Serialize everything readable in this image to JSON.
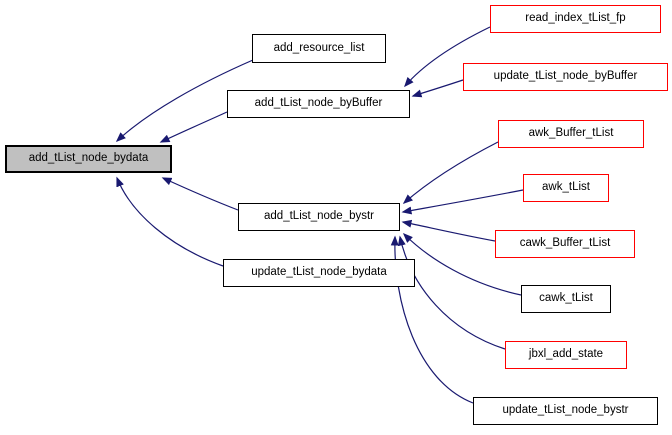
{
  "diagram": {
    "type": "call-graph",
    "background": "#ffffff",
    "edge_color": "#191970",
    "node_border_color": "#000000",
    "red_node_border_color": "#ff0000",
    "current_node_fill": "#c0c0c0",
    "nodes": [
      {
        "id": "add_tList_node_bydata",
        "label": "add_tList_node_bydata",
        "style": "current"
      },
      {
        "id": "add_resource_list",
        "label": "add_resource_list",
        "style": "plain"
      },
      {
        "id": "add_tList_node_byBuffer",
        "label": "add_tList_node_byBuffer",
        "style": "plain"
      },
      {
        "id": "add_tList_node_bystr",
        "label": "add_tList_node_bystr",
        "style": "plain"
      },
      {
        "id": "update_tList_node_bydata",
        "label": "update_tList_node_bydata",
        "style": "plain"
      },
      {
        "id": "read_index_tList_fp",
        "label": "read_index_tList_fp",
        "style": "red"
      },
      {
        "id": "update_tList_node_byBuffer",
        "label": "update_tList_node_byBuffer",
        "style": "red"
      },
      {
        "id": "awk_Buffer_tList",
        "label": "awk_Buffer_tList",
        "style": "red"
      },
      {
        "id": "awk_tList",
        "label": "awk_tList",
        "style": "red"
      },
      {
        "id": "cawk_Buffer_tList",
        "label": "cawk_Buffer_tList",
        "style": "red"
      },
      {
        "id": "cawk_tList",
        "label": "cawk_tList",
        "style": "plain"
      },
      {
        "id": "jbxl_add_state",
        "label": "jbxl_add_state",
        "style": "red"
      },
      {
        "id": "update_tList_node_bystr",
        "label": "update_tList_node_bystr",
        "style": "plain"
      }
    ],
    "edges": [
      {
        "from": "add_resource_list",
        "to": "add_tList_node_bydata"
      },
      {
        "from": "add_tList_node_byBuffer",
        "to": "add_tList_node_bydata"
      },
      {
        "from": "add_tList_node_bystr",
        "to": "add_tList_node_bydata"
      },
      {
        "from": "update_tList_node_bydata",
        "to": "add_tList_node_bydata"
      },
      {
        "from": "read_index_tList_fp",
        "to": "add_tList_node_byBuffer"
      },
      {
        "from": "update_tList_node_byBuffer",
        "to": "add_tList_node_byBuffer"
      },
      {
        "from": "awk_Buffer_tList",
        "to": "add_tList_node_bystr"
      },
      {
        "from": "awk_tList",
        "to": "add_tList_node_bystr"
      },
      {
        "from": "cawk_Buffer_tList",
        "to": "add_tList_node_bystr"
      },
      {
        "from": "cawk_tList",
        "to": "add_tList_node_bystr"
      },
      {
        "from": "jbxl_add_state",
        "to": "add_tList_node_bystr"
      },
      {
        "from": "update_tList_node_bystr",
        "to": "add_tList_node_bystr"
      }
    ]
  }
}
